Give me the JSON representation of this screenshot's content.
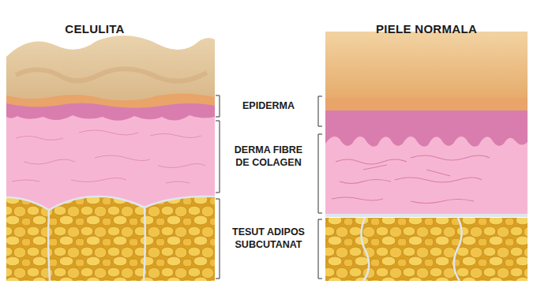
{
  "diagram": {
    "nodes": [
      {
        "text": [
          "CELULITA"
        ]
      },
      {
        "text": [
          "PIELE NORMALA"
        ]
      }
    ],
    "edges": [],
    "labels": [
      "EPIDERMA",
      "DERMA FIBRE DE COLAGEN",
      "TESUT ADIPOS SUBCUTANAT"
    ]
  }
}
